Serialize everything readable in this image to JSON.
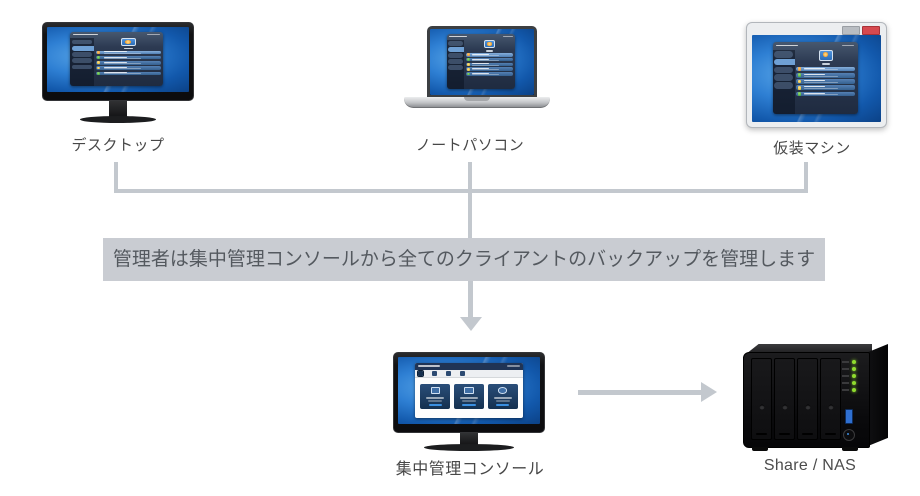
{
  "banner": {
    "text": "管理者は集中管理コンソールから全てのクライアントのバックアップを管理します"
  },
  "nodes": {
    "desktop": {
      "label": "デスクトップ"
    },
    "laptop": {
      "label": "ノートパソコン"
    },
    "vm": {
      "label": "仮装マシン"
    },
    "console": {
      "label": "集中管理コンソール"
    },
    "nas": {
      "label": "Share / NAS"
    }
  },
  "icons": {
    "vm_close": "close-icon",
    "vm_minmax": "window-buttons-icon",
    "arrow_down": "arrow-down-icon",
    "arrow_right": "arrow-right-icon",
    "nas_leds": "status-led-icon",
    "nas_usb": "usb-port-icon",
    "nas_power": "power-button-icon"
  },
  "colors": {
    "connector": "#c3c8ce",
    "banner_bg": "#c9ccd2",
    "banner_text": "#54595f",
    "label_text": "#474747",
    "wallpaper_blue": "#2e7fd3",
    "app_navy": "#2c3a52",
    "row_blue": "#35608f",
    "row_highlight": "#86afdc",
    "icon_orange": "#ef9d3a",
    "icon_green": "#53b148",
    "icon_yellow": "#ecc43f",
    "console_titlebar": "#203455",
    "card_navy": "#14304f",
    "button_blue": "#3a8fe0",
    "close_red": "#d6494f",
    "led_green": "#8fdc2e",
    "usb_blue": "#2f6fd0"
  }
}
